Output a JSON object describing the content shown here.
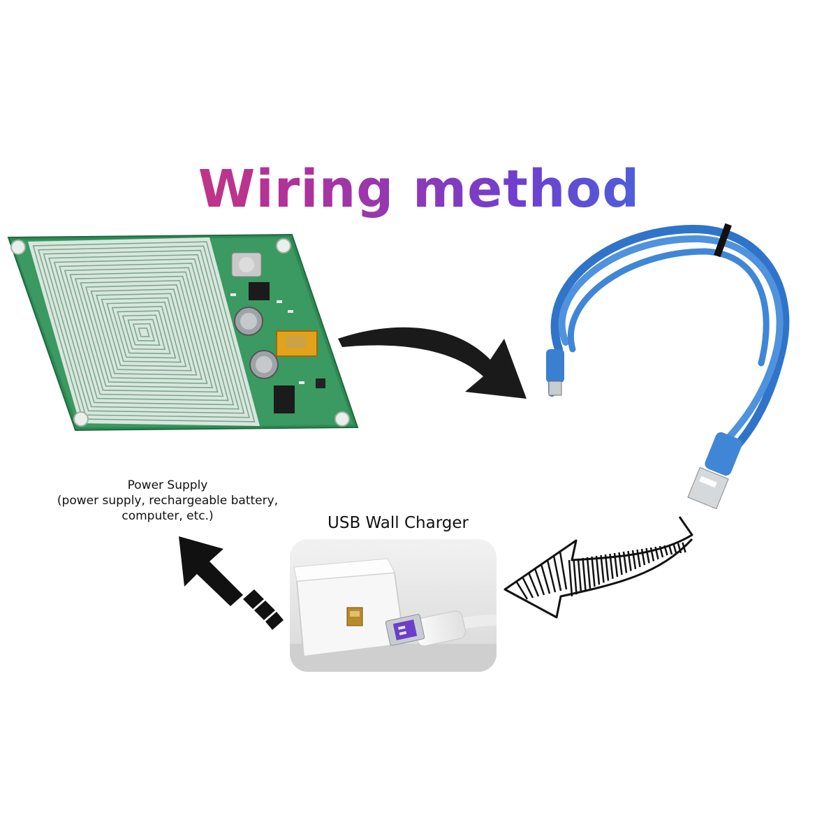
{
  "diagram": {
    "title": "Wiring method",
    "nodes": {
      "power_supply": {
        "lines": [
          "Power Supply",
          "(power supply, rechargeable battery,",
          "computer, etc.)"
        ]
      },
      "charger": {
        "label": "USB Wall Charger"
      }
    },
    "edges": [
      {
        "from": "sensor-board",
        "to": "usb-cable",
        "style": "solid black curved"
      },
      {
        "from": "usb-cable",
        "to": "usb-wall-charger",
        "style": "hatched outline curved"
      },
      {
        "from": "usb-wall-charger",
        "to": "power-supply",
        "style": "dashed black"
      }
    ]
  }
}
